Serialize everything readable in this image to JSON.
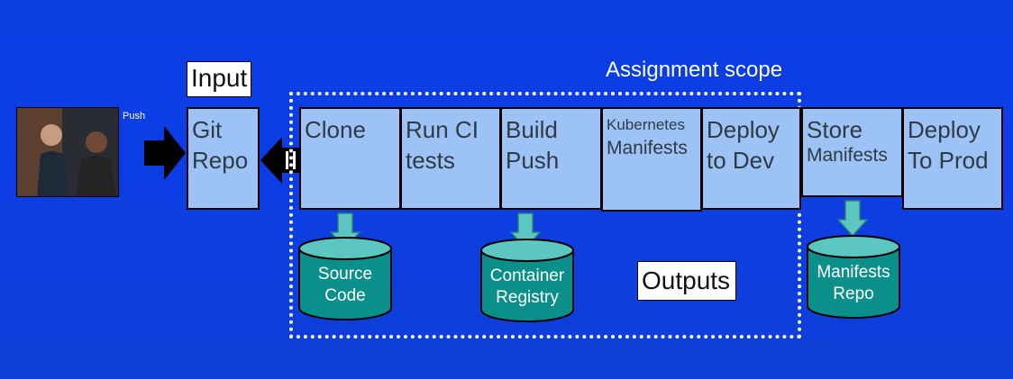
{
  "labels": {
    "input": "Input",
    "outputs": "Outputs",
    "assignment_scope": "Assignment scope",
    "push": "Push"
  },
  "stages": {
    "git_repo": [
      "Git",
      "Repo"
    ],
    "clone": "Clone",
    "run_ci": [
      "Run CI",
      "tests"
    ],
    "build_push": [
      "Build",
      "Push"
    ],
    "k8s_manifests": [
      "Kubernetes",
      "Manifests"
    ],
    "deploy_dev": [
      "Deploy",
      "to Dev"
    ],
    "store_manifests": [
      "Store",
      "Manifests"
    ],
    "deploy_prod": [
      "Deploy",
      "To Prod"
    ]
  },
  "outputs_list": {
    "source_code": [
      "Source",
      "Code"
    ],
    "container_registry": [
      "Container",
      "Registry"
    ],
    "manifests_repo": [
      "Manifests",
      "Repo"
    ]
  },
  "colors": {
    "background": "#0b3de6",
    "stage_fill": "#9dc3f6",
    "cylinder_fill": "#0b8f8a",
    "cylinder_top": "#5cc7c0",
    "arrow_fill": "#5cc7c0"
  }
}
